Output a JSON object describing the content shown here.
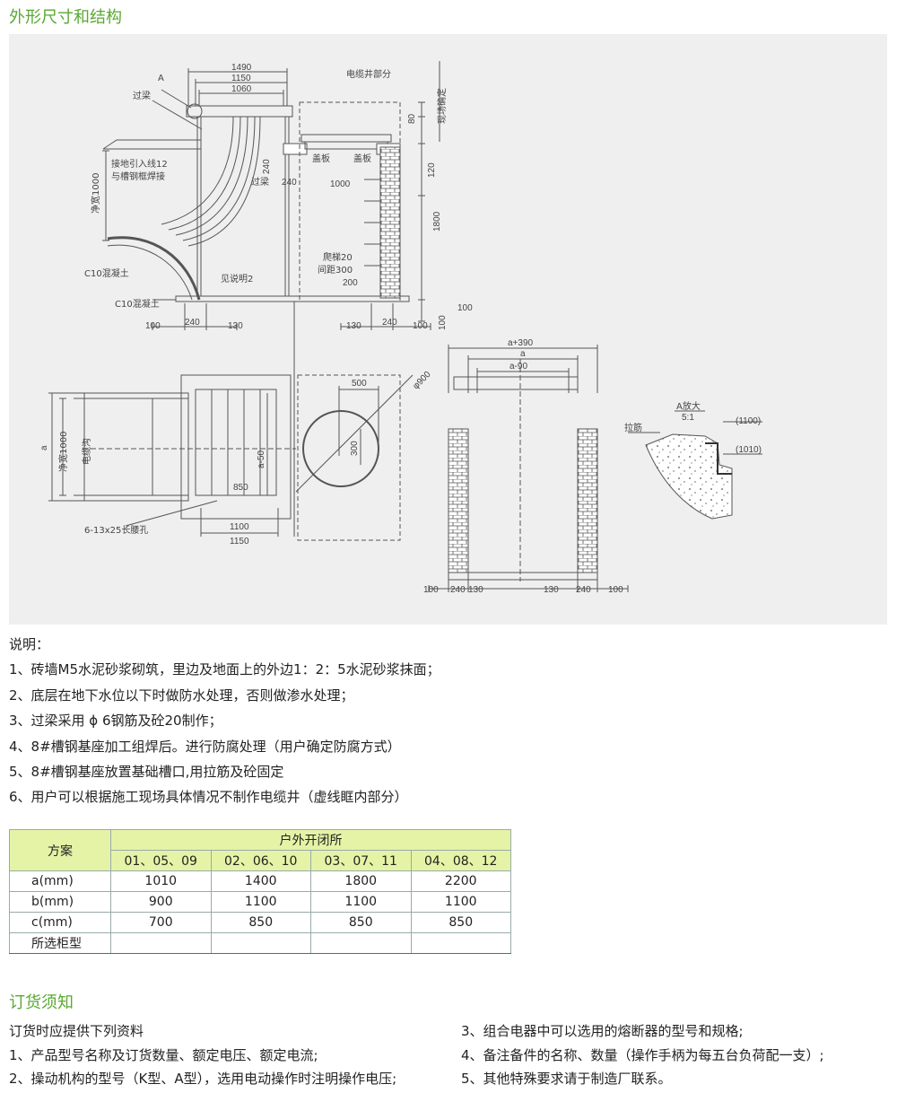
{
  "section1_title": "外形尺寸和结构",
  "drawing": {
    "dims_top": [
      "1490",
      "1150",
      "1060"
    ],
    "label_A": "A",
    "label_guoliang": "过梁",
    "label_cable_well": "电缆井部分",
    "label_site": "现场确定",
    "dim_80": "80",
    "dim_120": "120",
    "dim_1800": "1800",
    "dim_100": "100",
    "dim_240": "240",
    "dim_1000": "1000",
    "label_gaiban": "盖板",
    "label_ground_lead": "接地引入线12",
    "label_weld": "与槽钢框焊接",
    "label_clear_width": "净宽1000",
    "label_c10_1": "C10混凝土",
    "label_c10_2": "C10混凝土",
    "label_see_note2": "见说明2",
    "label_ladder": "爬梯20",
    "label_spacing": "间距300",
    "dim_200": "200",
    "bottom_dims_left": [
      "100",
      "240",
      "130"
    ],
    "bottom_dims_right": [
      "130",
      "240",
      "100"
    ],
    "plan_a": "a",
    "plan_clear": "净宽1000",
    "plan_trench": "电缆沟",
    "dim_500": "500",
    "dim_phi900": "φ900",
    "dim_300": "300",
    "dim_a50": "a-50",
    "dim_850": "850",
    "plan_bottom_dims": [
      "1100",
      "1150"
    ],
    "label_holes": "6-13x25长腰孔",
    "section_dims": [
      "a+390",
      "a",
      "a-90"
    ],
    "section_bottom_dims": [
      "100",
      "240",
      "130",
      "130",
      "240",
      "100"
    ],
    "detail_title": "A放大",
    "detail_scale": "5:1",
    "detail_lajin": "拉筋",
    "detail_1100": "(1100)",
    "detail_1010": "(1010)"
  },
  "notes": [
    "说明：",
    "1、砖墙M5水泥砂浆砌筑，里边及地面上的外边1：2：5水泥砂浆抹面；",
    "2、底层在地下水位以下时做防水处理，否则做渗水处理；",
    "3、过梁采用 ϕ 6钢筋及砼20制作；",
    "4、8#槽钢基座加工组焊后。进行防腐处理（用户确定防腐方式）",
    "5、8#槽钢基座放置基础槽口,用拉筋及砼固定",
    "6、用户可以根据施工现场具体情况不制作电缆井（虚线眶内部分）"
  ],
  "table": {
    "corner": "方案",
    "group_header": "户外开闭所",
    "columns": [
      "01、05、09",
      "02、06、10",
      "03、07、11",
      "04、08、12"
    ],
    "rows": [
      {
        "label": "a(mm)",
        "values": [
          "1010",
          "1400",
          "1800",
          "2200"
        ]
      },
      {
        "label": "b(mm)",
        "values": [
          "900",
          "1100",
          "1100",
          "1100"
        ]
      },
      {
        "label": "c(mm)",
        "values": [
          "700",
          "850",
          "850",
          "850"
        ]
      },
      {
        "label": "所选柜型",
        "values": [
          "",
          "",
          "",
          ""
        ]
      }
    ]
  },
  "section2_title": "订货须知",
  "order_left": [
    "订货时应提供下列资料",
    "1、产品型号名称及订货数量、额定电压、额定电流;",
    "2、操动机构的型号（K型、A型），选用电动操作时注明操作电压;"
  ],
  "order_right": [
    "3、组合电器中可以选用的熔断器的型号和规格;",
    "4、备注备件的名称、数量（操作手柄为每五台负荷配一支）;",
    "5、其他特殊要求请于制造厂联系。"
  ]
}
